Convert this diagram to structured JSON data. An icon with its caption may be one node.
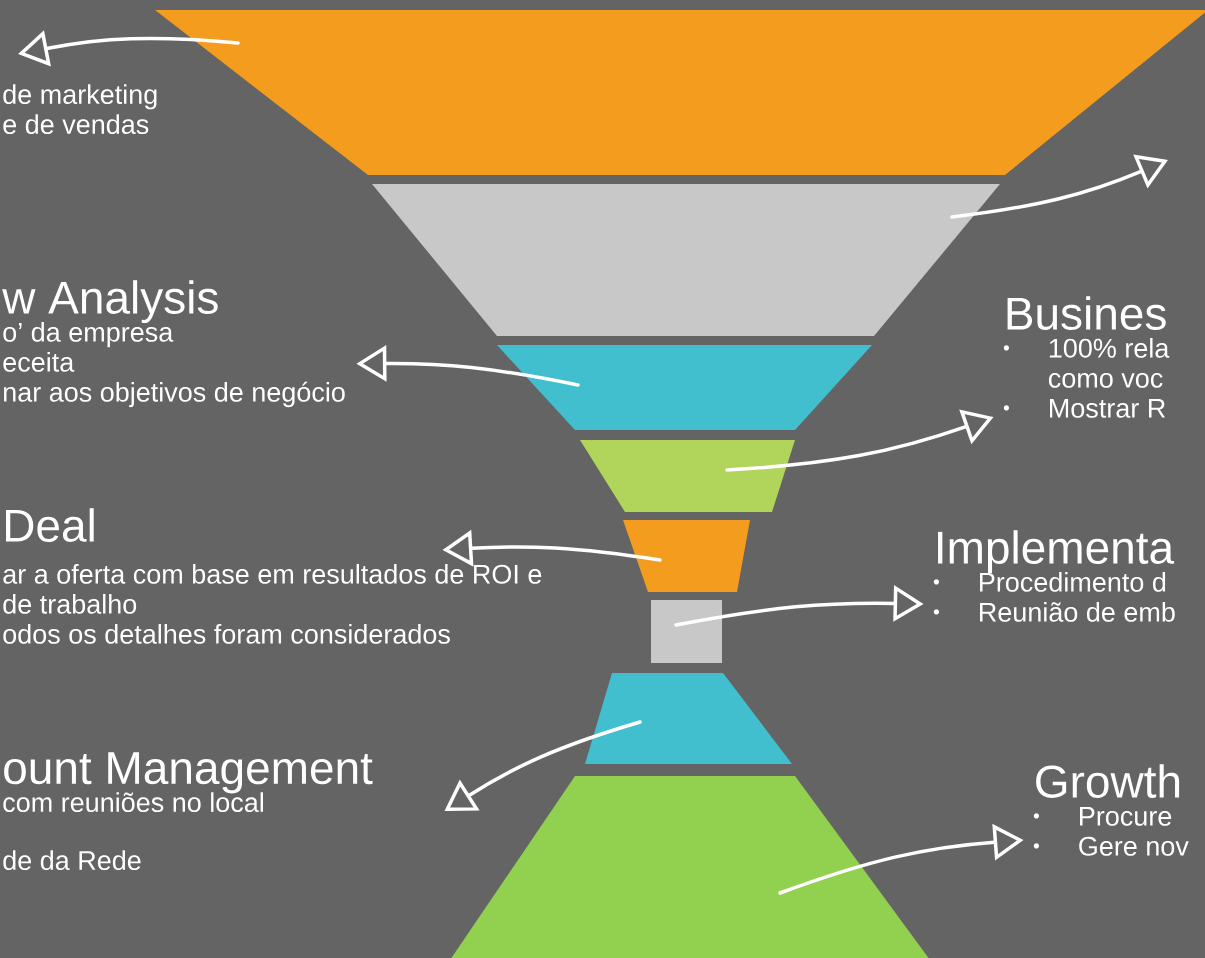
{
  "diagram": {
    "nodes": [
      {
        "text": [],
        "shape": "trapezoid"
      },
      {
        "text": [],
        "shape": "trapezoid"
      },
      {
        "text": [],
        "shape": "trapezoid"
      },
      {
        "text": [],
        "shape": "trapezoid"
      },
      {
        "text": [],
        "shape": "trapezoid"
      },
      {
        "text": [],
        "shape": "box"
      },
      {
        "text": [],
        "shape": "trapezoid"
      },
      {
        "text": [],
        "shape": "trapezoid"
      },
      {
        "text": [
          "de marketing",
          "e de vendas"
        ]
      },
      {
        "text": [
          "w Analysis",
          "o’ da empresa",
          "eceita",
          "nar aos objetivos de negócio"
        ]
      },
      {
        "text": [
          "Busines",
          "100% rela como voc",
          "Mostrar R"
        ]
      },
      {
        "text": [
          "Deal",
          "ar a oferta com base em resultados de ROI e de trabalho",
          "odos os detalhes foram considerados"
        ]
      },
      {
        "text": [
          "Implementa",
          "Procedimento d",
          "Reunião de emb"
        ]
      },
      {
        "text": [
          "ount Management",
          "com reuniões no local",
          "de da Rede"
        ]
      },
      {
        "text": [
          "Growth",
          "Procure",
          "Gere nov"
        ]
      }
    ],
    "edges": [
      {
        "from": 0,
        "to": 8,
        "arrow": "to"
      },
      {
        "from": 1,
        "to": null,
        "arrow": "to"
      },
      {
        "from": 2,
        "to": 9,
        "arrow": "to"
      },
      {
        "from": 3,
        "to": 10,
        "arrow": "to"
      },
      {
        "from": 4,
        "to": 11,
        "arrow": "to"
      },
      {
        "from": 5,
        "to": 12,
        "arrow": "to"
      },
      {
        "from": 6,
        "to": 13,
        "arrow": "to"
      },
      {
        "from": 7,
        "to": 14,
        "arrow": "to"
      }
    ]
  }
}
